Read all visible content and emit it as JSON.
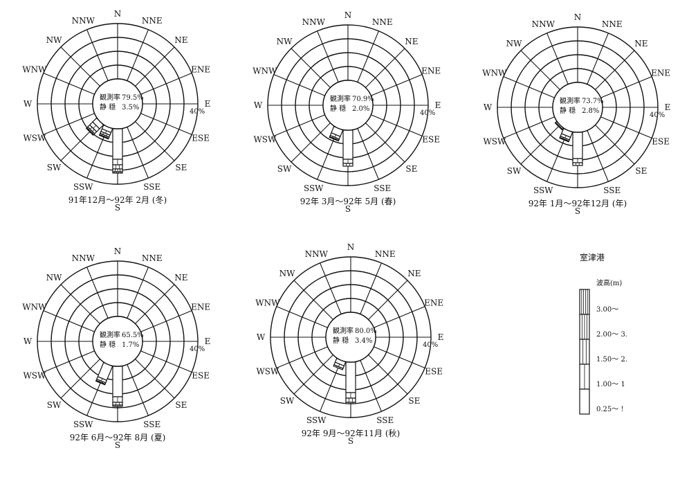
{
  "chart_data": [
    {
      "type": "wave-rose",
      "caption": "91年12月～92年 2月 (冬)",
      "stats": {
        "observation_label": "観測率",
        "observation_value": "79.5%",
        "calm_label": "静 穏",
        "calm_value": "3.5%"
      },
      "scale_label": "40%",
      "petals": [
        {
          "direction": "S",
          "segments": [
            22,
            4,
            3,
            2,
            1
          ]
        },
        {
          "direction": "SSW",
          "segments": [
            3,
            2,
            1.5,
            1,
            0.5
          ]
        },
        {
          "direction": "SW",
          "segments": [
            4,
            3,
            2,
            1,
            0.5
          ]
        }
      ]
    },
    {
      "type": "wave-rose",
      "caption": "92年 3月～92年 5月 (春)",
      "stats": {
        "observation_label": "観測率",
        "observation_value": "70.9%",
        "calm_label": "静 穏",
        "calm_value": "2.0%"
      },
      "scale_label": "40%",
      "petals": [
        {
          "direction": "S",
          "segments": [
            21,
            3,
            2
          ]
        },
        {
          "direction": "SSW",
          "segments": [
            5,
            2,
            1,
            0.5
          ]
        }
      ]
    },
    {
      "type": "wave-rose",
      "caption": "92年 1月～92年12月 (年)",
      "stats": {
        "observation_label": "観測率",
        "observation_value": "73.7%",
        "calm_label": "静 穏",
        "calm_value": "2.8%"
      },
      "scale_label": "40%",
      "petals": [
        {
          "direction": "S",
          "segments": [
            19,
            3,
            2
          ]
        },
        {
          "direction": "SSW",
          "segments": [
            4,
            2,
            1,
            0.5
          ]
        },
        {
          "direction": "SW",
          "segments": [
            1,
            0.5
          ]
        }
      ]
    },
    {
      "type": "wave-rose",
      "caption": "92年 6月～92年 8月 (夏)",
      "stats": {
        "observation_label": "観測率",
        "observation_value": "65.5%",
        "calm_label": "静 穏",
        "calm_value": "1.7%"
      },
      "scale_label": "40%",
      "petals": [
        {
          "direction": "S",
          "segments": [
            22,
            4,
            2,
            1
          ]
        },
        {
          "direction": "SSW",
          "segments": [
            11,
            2,
            1,
            0.5
          ]
        }
      ]
    },
    {
      "type": "wave-rose",
      "caption": "92年 9月～92年11月 (秋)",
      "stats": {
        "observation_label": "観測率",
        "observation_value": "80.0%",
        "calm_label": "静 穏",
        "calm_value": "3.4%"
      },
      "scale_label": "40%",
      "petals": [
        {
          "direction": "S",
          "segments": [
            22,
            4,
            3,
            1
          ]
        },
        {
          "direction": "SSW",
          "segments": [
            3,
            2,
            1
          ]
        }
      ]
    }
  ],
  "directions": [
    "N",
    "NNE",
    "NE",
    "ENE",
    "E",
    "ESE",
    "SE",
    "SSE",
    "S",
    "SSW",
    "SW",
    "WSW",
    "W",
    "WNW",
    "NW",
    "NNW"
  ],
  "legend": {
    "title": "室津港",
    "header": "波高(m)",
    "classes": [
      "3.00～",
      "2.00～ 3.",
      "1.50～ 2.",
      "1.00～ 1",
      "0.25～ !"
    ]
  }
}
